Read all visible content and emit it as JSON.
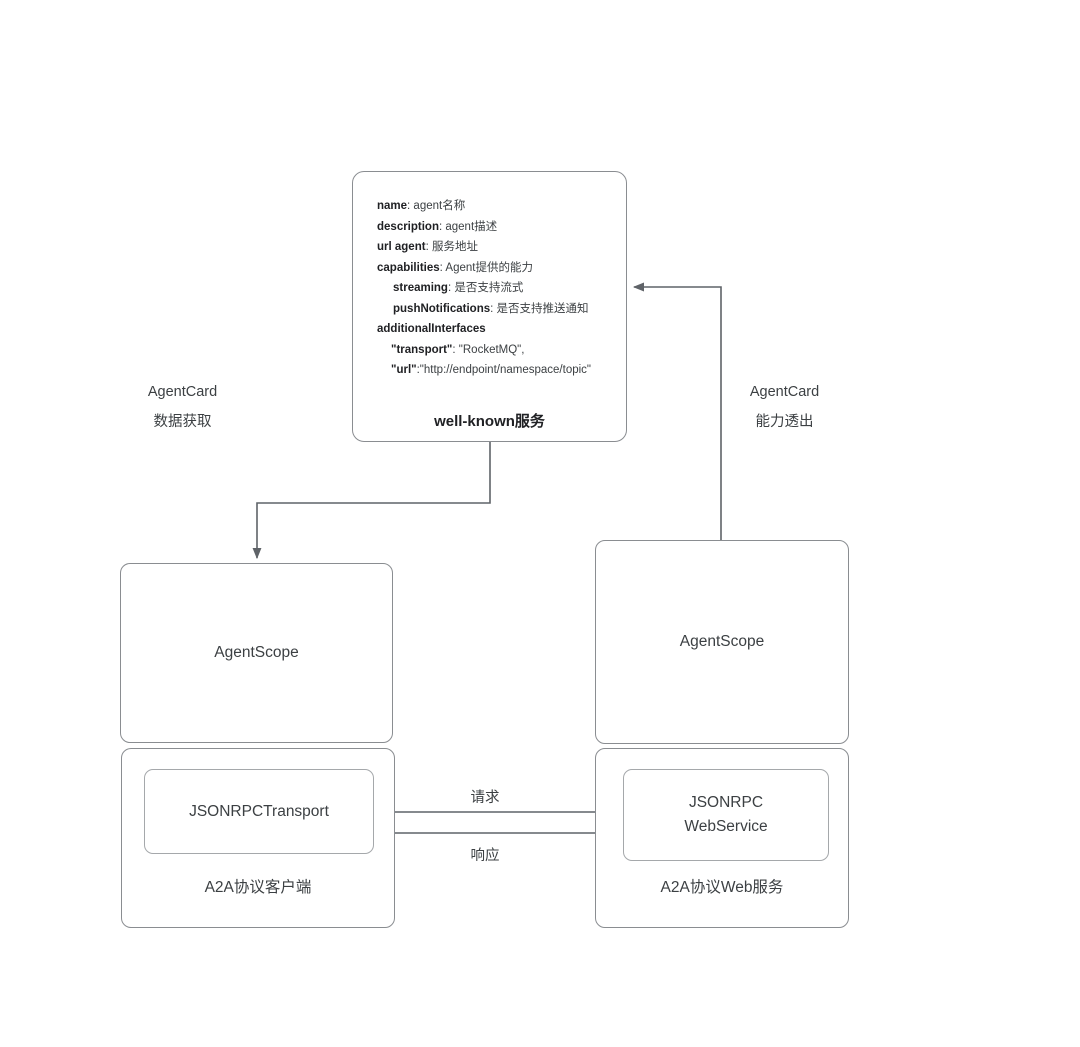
{
  "diagram": {
    "title": "A2A AgentCard well-known service architecture",
    "stroke_color": "#8a8d91",
    "text_color": "#3c4043",
    "background": "#ffffff"
  },
  "wellknown_card": {
    "title": "well-known服务",
    "fields": [
      {
        "key": "name",
        "value": ": agent名称",
        "indent": 0
      },
      {
        "key": "description",
        "value": ": agent描述",
        "indent": 0
      },
      {
        "key": "url agent",
        "value": ": 服务地址",
        "indent": 0
      },
      {
        "key": "capabilities",
        "value": ": Agent提供的能力",
        "indent": 0
      },
      {
        "key": "streaming",
        "value": ": 是否支持流式",
        "indent": 1
      },
      {
        "key": "pushNotifications",
        "value": ": 是否支持推送通知",
        "indent": 1
      },
      {
        "key": "additionalInterfaces",
        "value": "",
        "indent": 0
      },
      {
        "key": "\"transport\"",
        "value": ": \"RocketMQ\",",
        "indent": 2
      },
      {
        "key": "\"url\"",
        "value": ":\"http://endpoint/namespace/topic\"",
        "indent": 2
      }
    ]
  },
  "labels": {
    "left_flow": {
      "line1": "AgentCard",
      "line2": "数据获取"
    },
    "right_flow": {
      "line1": "AgentCard",
      "line2": "能力透出"
    },
    "request": "请求",
    "response": "响应"
  },
  "nodes": {
    "agentscope_left": "AgentScope",
    "agentscope_right": "AgentScope",
    "a2a_client_caption": "A2A协议客户端",
    "a2a_web_caption": "A2A协议Web服务",
    "jsonrpc_transport": "JSONRPCTransport",
    "jsonrpc_webservice_line1": "JSONRPC",
    "jsonrpc_webservice_line2": "WebService"
  }
}
